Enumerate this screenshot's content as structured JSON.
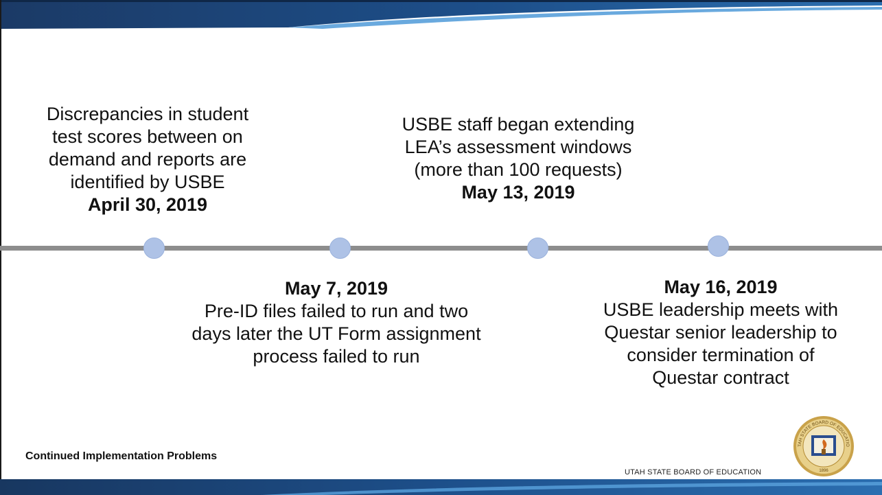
{
  "footer": {
    "title": "Continued Implementation Problems",
    "org_name": "UTAH STATE BOARD OF EDUCATION",
    "seal_text": "UTAH STATE BOARD OF EDUCATION",
    "seal_year": "1896"
  },
  "events": [
    {
      "description": "Discrepancies in student\ntest scores between on\ndemand and reports are\nidentified by USBE",
      "date": "April 30, 2019"
    },
    {
      "date": "May 7, 2019",
      "description": "Pre-ID files failed to run and two\ndays later the UT Form assignment\nprocess failed to run"
    },
    {
      "description": "USBE staff began extending\nLEA’s assessment windows\n(more than 100 requests)",
      "date": "May 13, 2019"
    },
    {
      "date": "May 16, 2019",
      "description": "USBE leadership meets with\nQuestar senior leadership to\nconsider termination of\nQuestar contract"
    }
  ],
  "colors": {
    "band_dark": "#17375e",
    "band_accent": "#2e74b5",
    "timeline_line": "#8d8d8d",
    "timeline_dot": "#aec2e6"
  }
}
